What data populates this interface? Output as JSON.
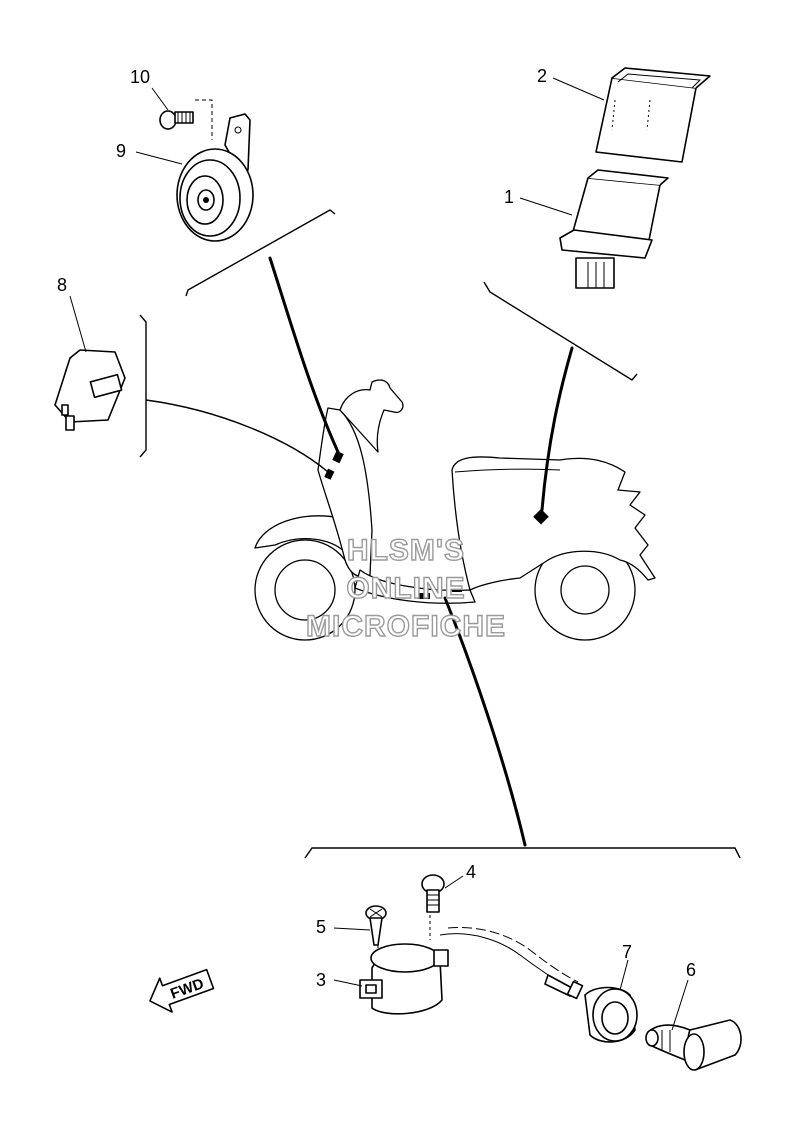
{
  "callouts": {
    "c1": "1",
    "c2": "2",
    "c3": "3",
    "c4": "4",
    "c5": "5",
    "c6": "6",
    "c7": "7",
    "c8": "8",
    "c9": "9",
    "c10": "10"
  },
  "watermark": {
    "line1": "HLSM'S",
    "line2": "ONLINE",
    "line3": "MICROFICHE"
  },
  "direction_arrow": "FWD"
}
